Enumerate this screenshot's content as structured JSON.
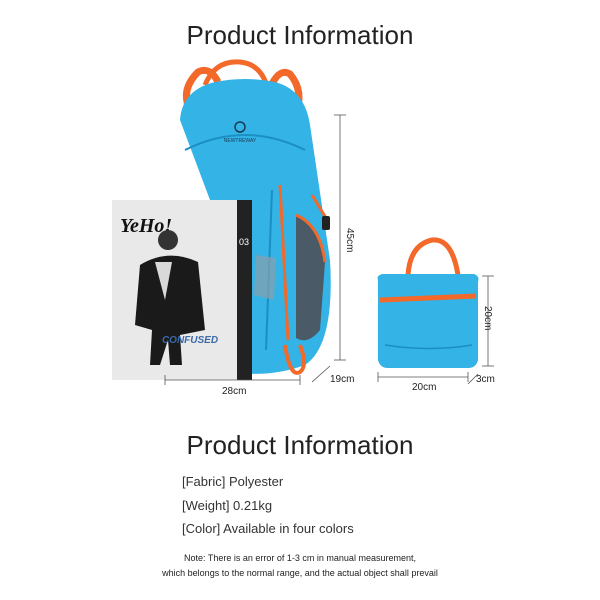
{
  "header": {
    "title": "Product Information"
  },
  "illustration": {
    "brand_text": "NEWTREWAY",
    "magazine": {
      "headline": "YeHo!",
      "issue": "03",
      "cover_text": "CONFUSED"
    },
    "colors": {
      "bag_blue": "#33b3e6",
      "bag_blue_dark": "#1c8fc2",
      "strap_orange": "#f2692a",
      "mesh_gray": "#4a5a66"
    }
  },
  "dimensions": {
    "height": "45cm",
    "width": "28cm",
    "depth": "19cm",
    "folded_height": "20cm",
    "folded_width": "20cm",
    "folded_depth": "3cm"
  },
  "specs": {
    "title": "Product Information",
    "fabric": "[Fabric] Polyester",
    "weight": "[Weight] 0.21kg",
    "color": "[Color] Available in four colors"
  },
  "note": {
    "line1": "Note: There is an error of 1-3 cm in manual measurement,",
    "line2": "which belongs to the normal range, and the actual object shall prevail"
  }
}
